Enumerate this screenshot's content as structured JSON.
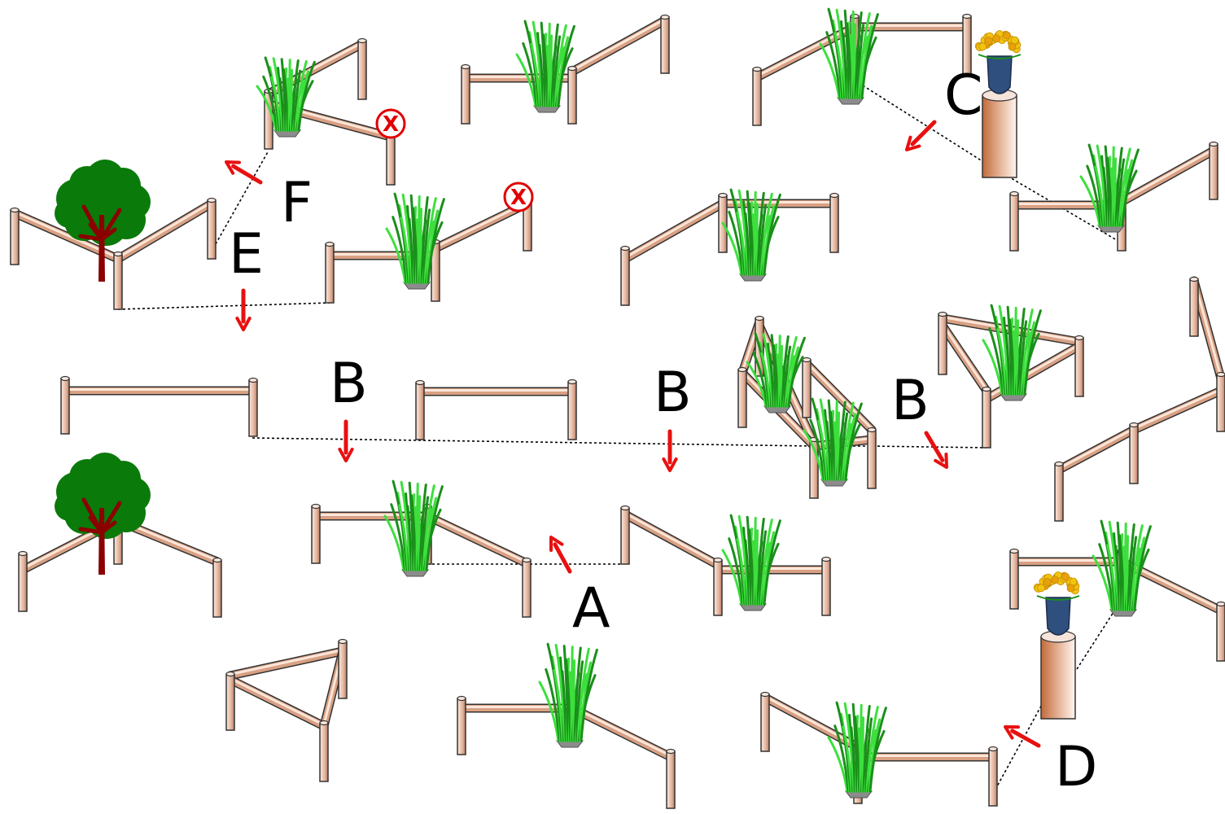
{
  "route_labels": {
    "a": "A",
    "b1": "B",
    "b2": "B",
    "b3": "B",
    "c": "C",
    "d": "D",
    "e": "E",
    "f": "F"
  },
  "forbidden_marks": {
    "x1": "X",
    "x2": "X"
  },
  "colors": {
    "post_light": "#fbe9df",
    "post_dark": "#c99074",
    "rail_light": "#fbe6da",
    "rail_dark": "#d9a083",
    "outline": "#333333",
    "arrow": "#e81010",
    "path_line": "#000000",
    "grass_dark": "#1a8f1a",
    "grass_light": "#3ddf3d",
    "tree_canopy": "#0a7a0a",
    "tree_trunk": "#8b0000",
    "flowers": "#f2c40f",
    "face": "#2f4f7f",
    "forbidden": "#e00000"
  }
}
